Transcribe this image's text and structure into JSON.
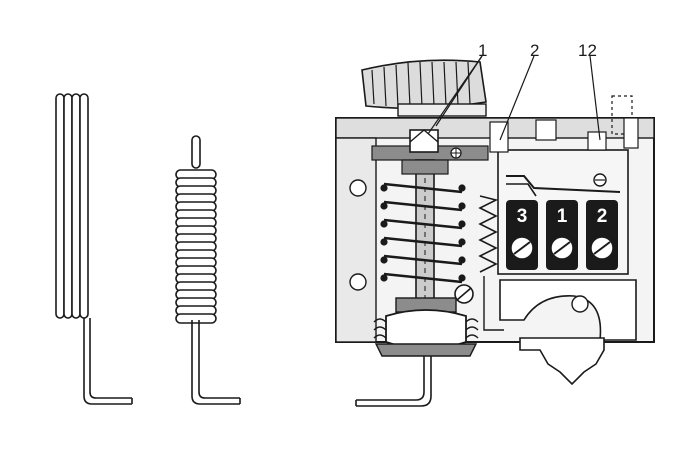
{
  "diagram": {
    "callouts": [
      {
        "id": "c1",
        "text": "1"
      },
      {
        "id": "c2",
        "text": "2"
      },
      {
        "id": "c12",
        "text": "12"
      }
    ],
    "terminals": [
      {
        "id": "t3",
        "text": "3"
      },
      {
        "id": "t1",
        "text": "1"
      },
      {
        "id": "t2",
        "text": "2"
      }
    ],
    "colors": {
      "ink": "#1a1a1a",
      "shade": "#8c8c8c",
      "light": "#e6e6e6",
      "paper": "#ffffff"
    }
  }
}
